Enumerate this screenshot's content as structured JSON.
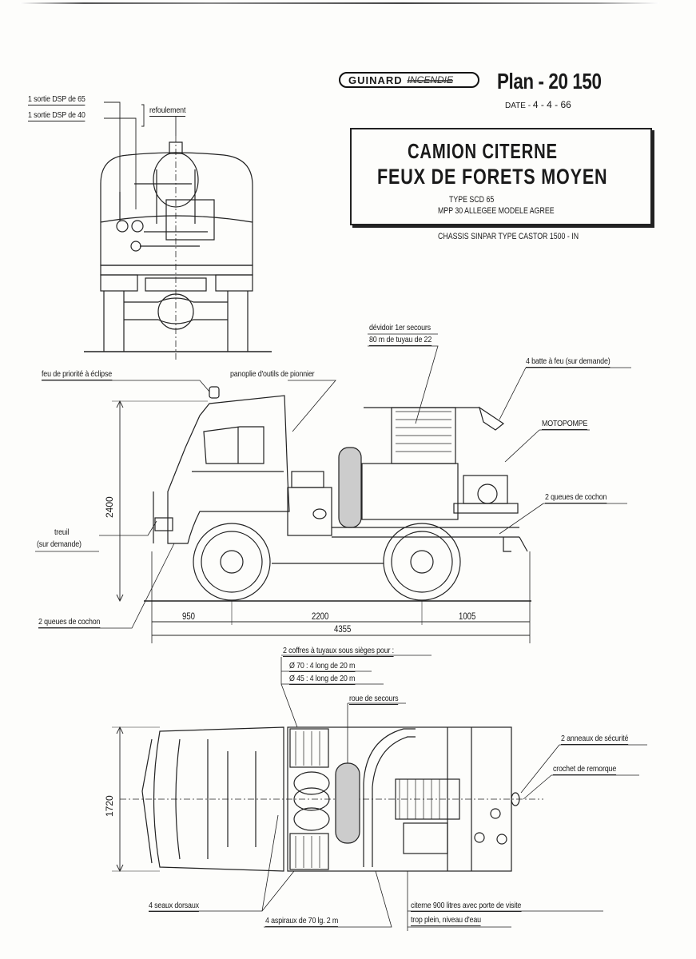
{
  "header": {
    "brand_primary": "GUINARD",
    "brand_secondary": "INCENDIE",
    "plan_label": "Plan - 20 150",
    "date_label": "DATE -",
    "date_value": "4 - 4 - 66"
  },
  "title_block": {
    "line1": "CAMION  CITERNE",
    "line2": "FEUX DE FORETS MOYEN",
    "type_line": "TYPE  SCD 65",
    "model_line": "MPP 30 ALLEGEE    MODELE  AGREE",
    "chassis_line": "CHASSIS  SINPAR    TYPE CASTOR 1500 - IN"
  },
  "front_view": {
    "labels": {
      "outlet_65": "1 sortie DSP de 65",
      "outlet_40": "1 sortie DSP de 40",
      "discharge": "refoulement"
    }
  },
  "side_view": {
    "labels": {
      "beacon": "feu de priorité à éclipse",
      "tools": "panoplie d'outils de pionnier",
      "reel": "dévidoir 1er secours",
      "reel_detail": "80 m de tuyau de 22",
      "beaters": "4 batte à feu (sur demande)",
      "pump": "MOTOPOMPE",
      "hooks_rear": "2 queues de cochon",
      "winch": "treuil",
      "winch_note": "(sur demande)",
      "hooks_front": "2 queues de cochon"
    },
    "dimensions": {
      "height": "2400",
      "front_overhang": "950",
      "wheelbase": "2200",
      "rear_overhang": "1005",
      "total_length": "4355"
    }
  },
  "top_view": {
    "labels": {
      "hose_boxes": "2 coffres à tuyaux  sous sièges pour :",
      "hose_70": "Ø 70 : 4 long de 20 m",
      "hose_45": "Ø 45 : 4 long de 20 m",
      "spare_wheel": "roue de secours",
      "safety_rings": "2 anneaux de sécurité",
      "tow_hook": "crochet de remorque",
      "buckets": "4 seaux dorsaux",
      "suction_hoses": "4 aspiraux de 70 lg. 2 m",
      "tank": "citerne  900 litres  avec  porte de visite",
      "overflow": "trop plein,  niveau d'eau"
    },
    "dimensions": {
      "width": "1720"
    }
  }
}
